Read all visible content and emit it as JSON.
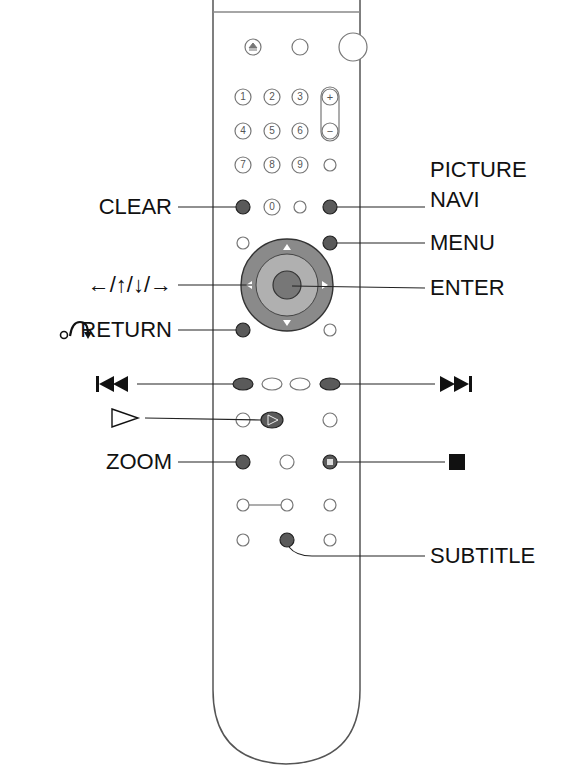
{
  "diagram": {
    "labels": [
      "CLEAR",
      "PICTURE NAVI",
      "MENU",
      "←/↑/↓/→",
      "ENTER",
      "RETURN",
      "ZOOM",
      "SUBTITLE",
      "1",
      "2",
      "3",
      "4",
      "5",
      "6",
      "7",
      "8",
      "9",
      "0",
      "+",
      "−"
    ]
  }
}
